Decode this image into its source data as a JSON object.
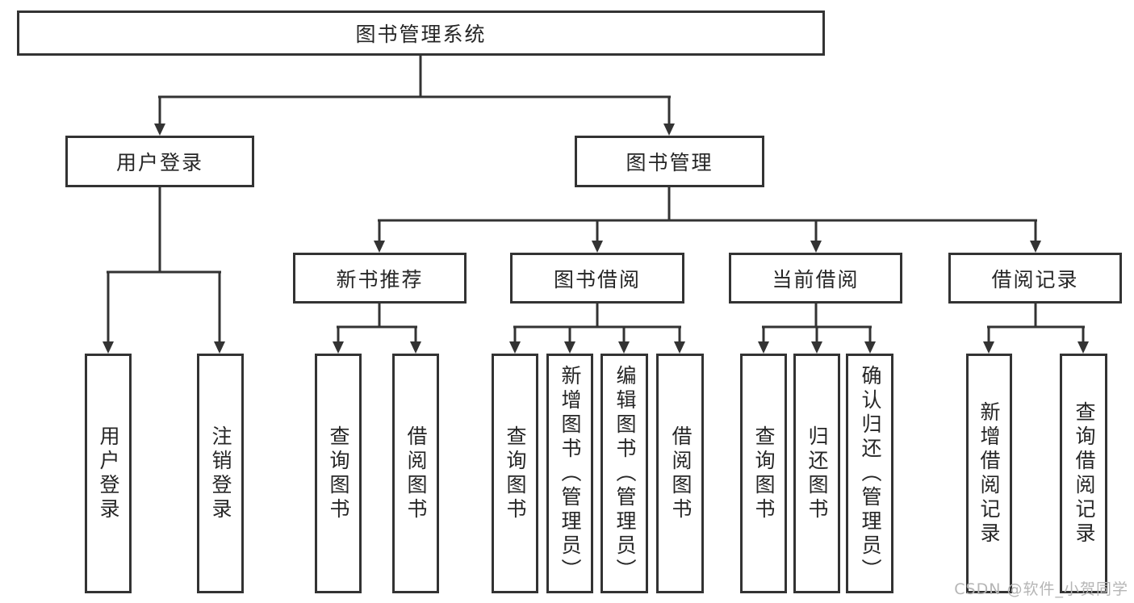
{
  "colors": {
    "line": "#333333",
    "text": "#262626",
    "watermark": "#b5b5b5",
    "bg": "#ffffff"
  },
  "tree": {
    "root": {
      "label": "图书管理系统"
    },
    "branches": [
      {
        "label": "用户登录",
        "leaves": [
          "用户登录",
          "注销登录"
        ]
      },
      {
        "label": "图书管理",
        "groups": [
          {
            "label": "新书推荐",
            "leaves": [
              "查询图书",
              "借阅图书"
            ]
          },
          {
            "label": "图书借阅",
            "leaves": [
              "查询图书",
              "新增图书（管理员）",
              "编辑图书（管理员）",
              "借阅图书"
            ]
          },
          {
            "label": "当前借阅",
            "leaves": [
              "查询图书",
              "归还图书",
              "确认归还（管理员）"
            ]
          },
          {
            "label": "借阅记录",
            "leaves": [
              "新增借阅记录",
              "查询借阅记录"
            ]
          }
        ]
      }
    ]
  },
  "watermark": "CSDN @软件_小贺同学"
}
